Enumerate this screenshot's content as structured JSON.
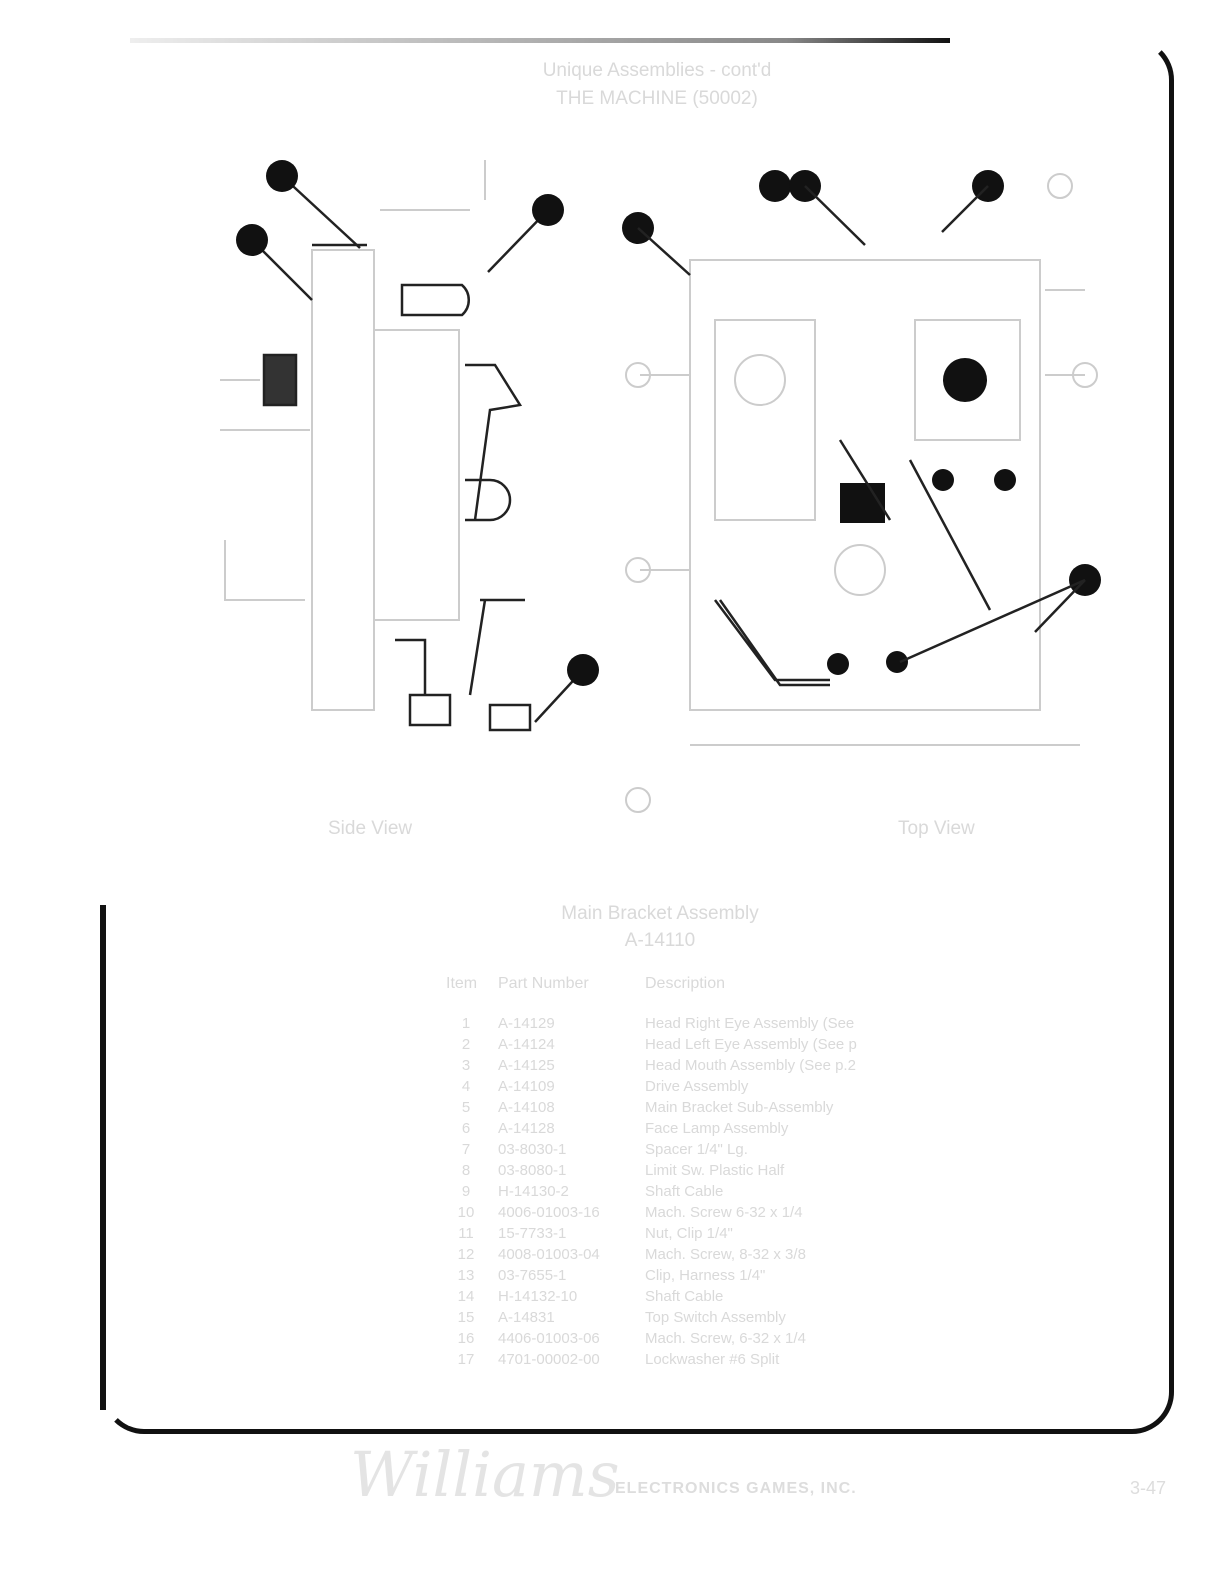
{
  "header": {
    "title": "Unique Assemblies - cont'd",
    "subtitle": "THE MACHINE (50002)"
  },
  "diagram": {
    "side_view_label": "Side View",
    "top_view_label": "Top View"
  },
  "assembly": {
    "title": "Main Bracket Assembly",
    "number": "A-14110"
  },
  "parts_table": {
    "headers": [
      "Item",
      "Part Number",
      "Description"
    ],
    "rows": [
      [
        "1",
        "A-14129",
        "Head Right Eye Assembly (See"
      ],
      [
        "2",
        "A-14124",
        "Head Left Eye Assembly (See p"
      ],
      [
        "3",
        "A-14125",
        "Head Mouth Assembly (See p.2"
      ],
      [
        "4",
        "A-14109",
        "Drive Assembly"
      ],
      [
        "5",
        "A-14108",
        "Main Bracket Sub-Assembly"
      ],
      [
        "6",
        "A-14128",
        "Face Lamp Assembly"
      ],
      [
        "7",
        "03-8030-1",
        "Spacer 1/4\" Lg."
      ],
      [
        "8",
        "03-8080-1",
        "Limit Sw. Plastic Half"
      ],
      [
        "9",
        "H-14130-2",
        "Shaft Cable"
      ],
      [
        "10",
        "4006-01003-16",
        "Mach. Screw 6-32 x 1/4"
      ],
      [
        "11",
        "15-7733-1",
        "Nut, Clip 1/4\""
      ],
      [
        "12",
        "4008-01003-04",
        "Mach. Screw, 8-32 x 3/8"
      ],
      [
        "13",
        "03-7655-1",
        "Clip, Harness 1/4\""
      ],
      [
        "14",
        "H-14132-10",
        "Shaft Cable"
      ],
      [
        "15",
        "A-14831",
        "Top Switch Assembly"
      ],
      [
        "16",
        "4406-01003-06",
        "Mach. Screw, 6-32 x 1/4"
      ],
      [
        "17",
        "4701-00002-00",
        "Lockwasher #6 Split"
      ]
    ]
  },
  "footer": {
    "logo": "Williams",
    "company": "ELECTRONICS GAMES, INC.",
    "page": "3-47"
  }
}
